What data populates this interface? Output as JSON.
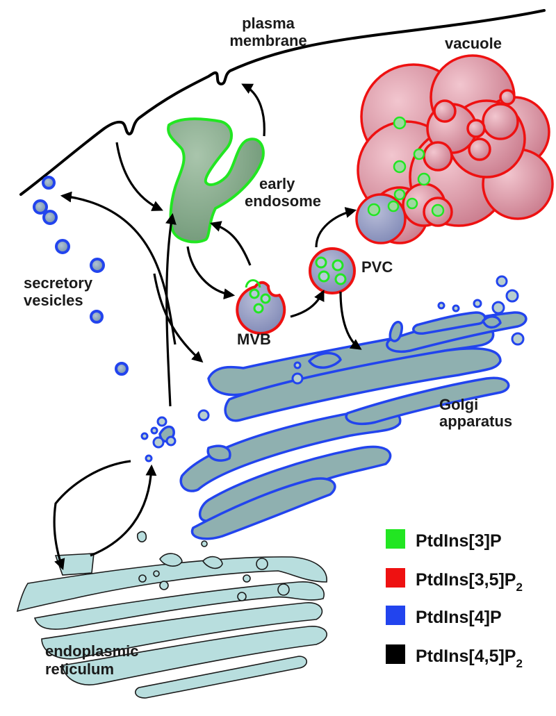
{
  "labels": {
    "plasma_membrane": [
      "plasma",
      "membrane"
    ],
    "vacuole": "vacuole",
    "early_endosome": [
      "early",
      "endosome"
    ],
    "secretory_vesicles": [
      "secretory",
      "vesicles"
    ],
    "mvb": "MVB",
    "pvc": "PVC",
    "golgi": [
      "Golgi",
      "apparatus"
    ],
    "er": [
      "endoplasmic",
      "reticulum"
    ]
  },
  "legend": [
    {
      "label": "PtdIns[3]P",
      "color": "#22e622"
    },
    {
      "label": "PtdIns[3,5]P",
      "sub": "2",
      "color": "#ee1111"
    },
    {
      "label": "PtdIns[4]P",
      "color": "#2244ee"
    },
    {
      "label": "PtdIns[4,5]P",
      "sub": "2",
      "color": "#000000"
    }
  ],
  "colors": {
    "pi3p": "#22e622",
    "pi35p2": "#ee1111",
    "pi4p": "#2244ee",
    "pi45p2": "#000000",
    "endosome_fill": "#7fa884",
    "vacuole_fill": "#d8899a",
    "golgi_fill": "#8fb0b0",
    "er_fill": "#b8dede",
    "vesicle_fill": "#8aa6bc"
  }
}
